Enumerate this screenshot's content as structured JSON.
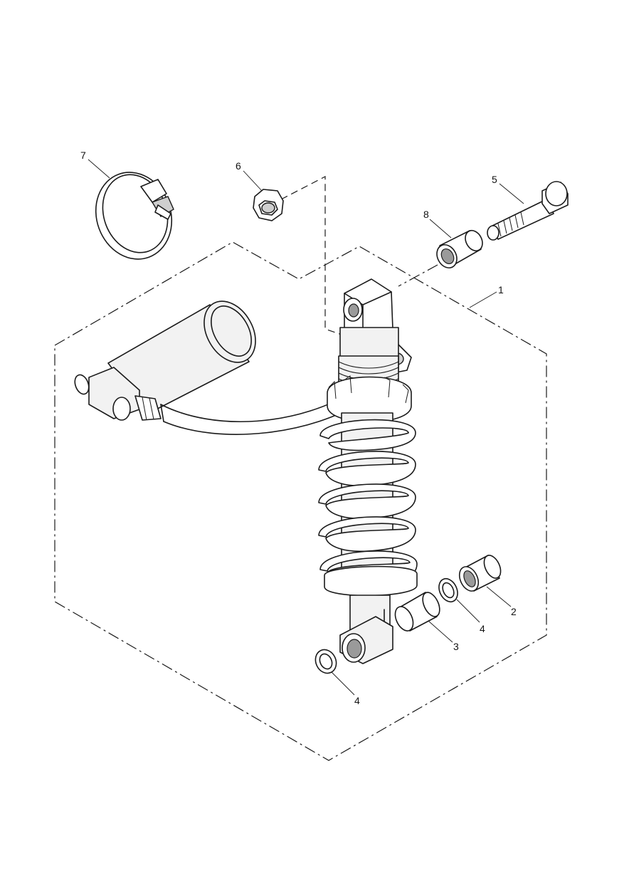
{
  "callouts": [
    {
      "id": "c1",
      "label": "1"
    },
    {
      "id": "c2",
      "label": "2"
    },
    {
      "id": "c3",
      "label": "3"
    },
    {
      "id": "c4a",
      "label": "4"
    },
    {
      "id": "c4b",
      "label": "4"
    },
    {
      "id": "c5",
      "label": "5"
    },
    {
      "id": "c6",
      "label": "6"
    },
    {
      "id": "c7",
      "label": "7"
    },
    {
      "id": "c8",
      "label": "8"
    }
  ]
}
